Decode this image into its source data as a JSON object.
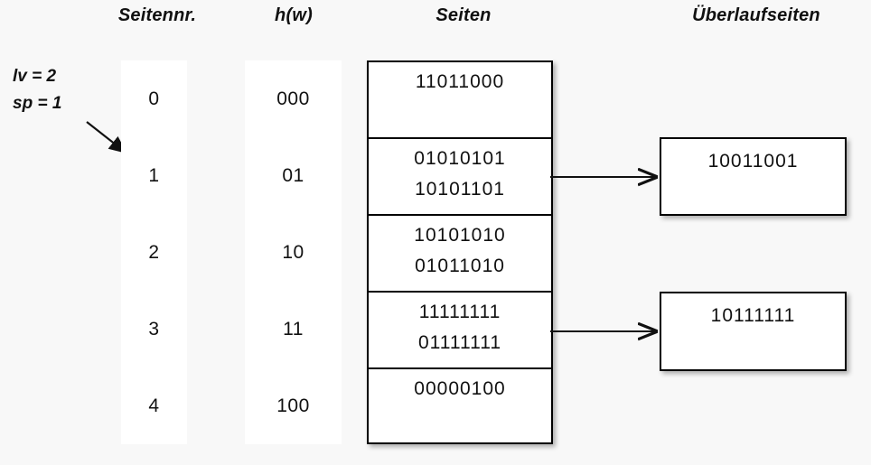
{
  "headers": {
    "seitennr": "Seitennr.",
    "hw": "h(w)",
    "seiten": "Seiten",
    "ueberlaufseiten": "Überlaufseiten"
  },
  "params": {
    "lv": "lv = 2",
    "sp": "sp = 1"
  },
  "rows": [
    {
      "seitennr": "0",
      "hw": "000"
    },
    {
      "seitennr": "1",
      "hw": "01"
    },
    {
      "seitennr": "2",
      "hw": "10"
    },
    {
      "seitennr": "3",
      "hw": "11"
    },
    {
      "seitennr": "4",
      "hw": "100"
    }
  ],
  "pages": [
    {
      "records": [
        "11011000"
      ]
    },
    {
      "records": [
        "01010101",
        "10101101"
      ]
    },
    {
      "records": [
        "10101010",
        "01011010"
      ]
    },
    {
      "records": [
        "11111111",
        "01111111"
      ]
    },
    {
      "records": [
        "00000100"
      ]
    }
  ],
  "overflow_pages": [
    {
      "records": [
        "10011001"
      ]
    },
    {
      "records": [
        "10111111"
      ]
    }
  ],
  "colors": {
    "background": "#f8f8f8",
    "box_fill": "#ffffff",
    "stroke": "#000000",
    "text": "#111111"
  }
}
